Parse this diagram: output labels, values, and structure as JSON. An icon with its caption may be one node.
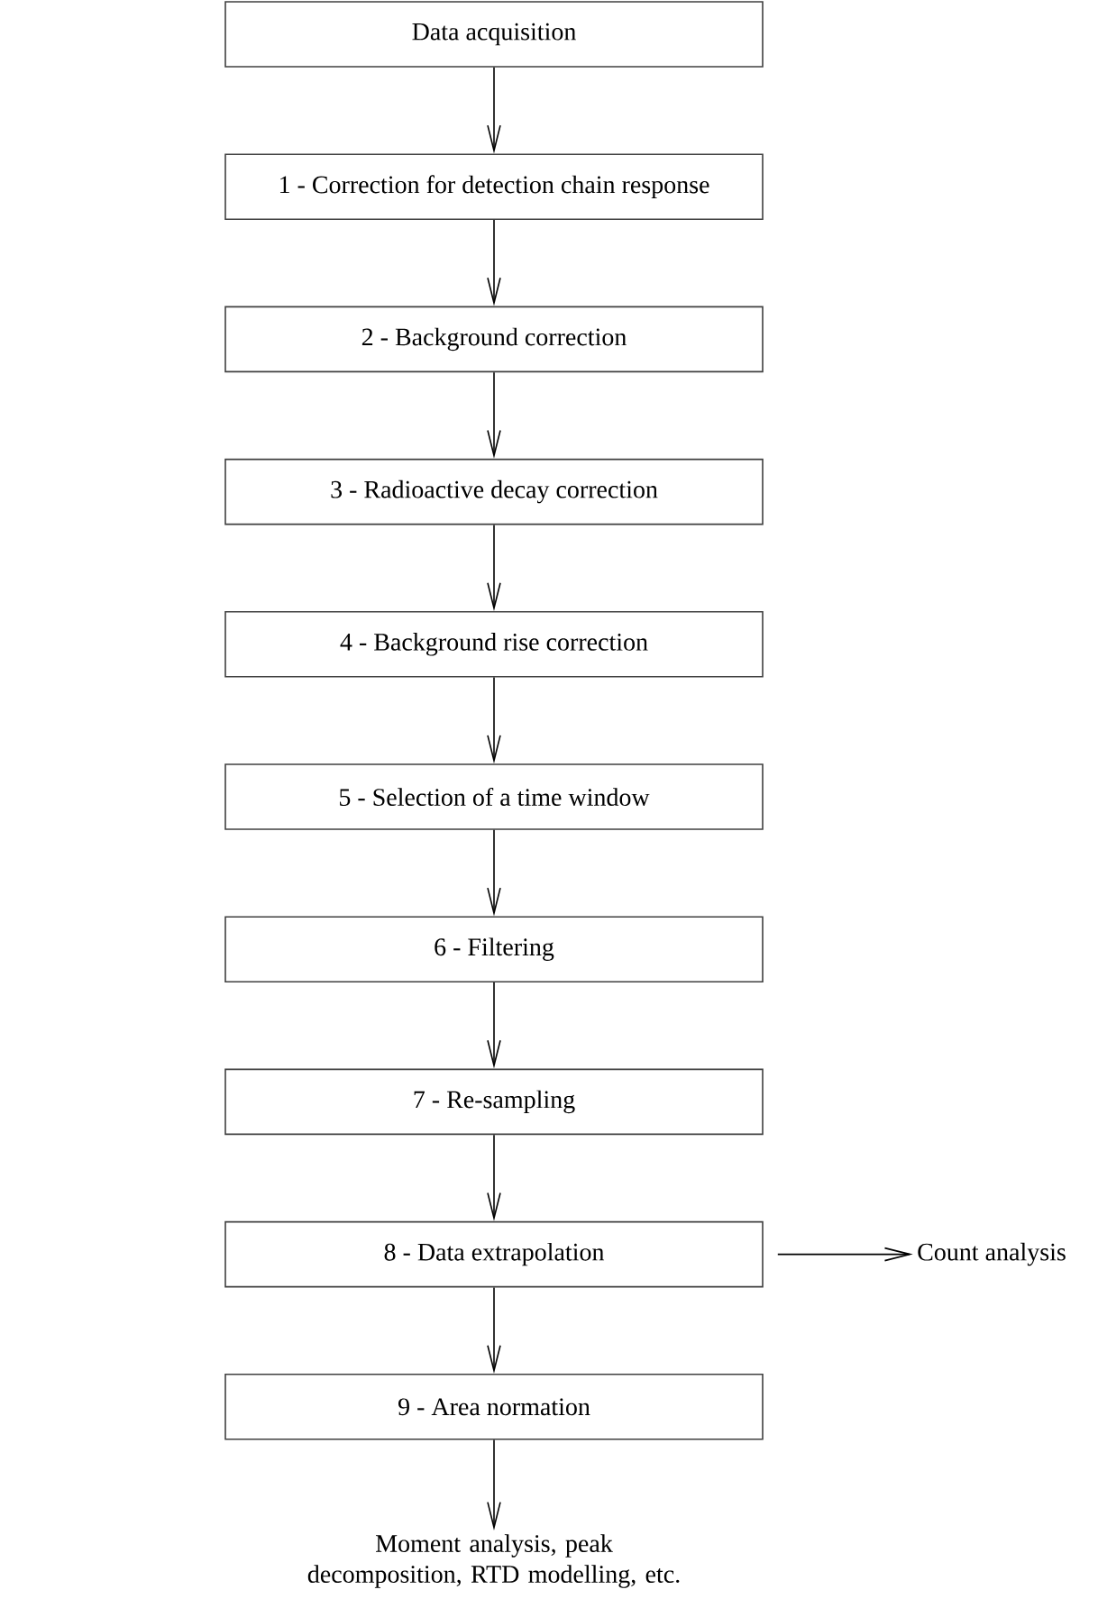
{
  "diagram": {
    "nodes": [
      {
        "text": [
          "Data acquisition"
        ]
      },
      {
        "text": [
          "1 - Correction for detection chain response"
        ]
      },
      {
        "text": [
          "2 - Background correction"
        ]
      },
      {
        "text": [
          "3 - Radioactive decay correction"
        ]
      },
      {
        "text": [
          "4 - Background rise correction"
        ]
      },
      {
        "text": [
          "5 - Selection of a time window"
        ]
      },
      {
        "text": [
          "6 - Filtering"
        ]
      },
      {
        "text": [
          "7 - Re-sampling"
        ]
      },
      {
        "text": [
          "8 - Data extrapolation"
        ]
      },
      {
        "text": [
          "9 - Area normation"
        ]
      },
      {
        "text": [
          "Count analysis"
        ]
      },
      {
        "text": [
          "Moment analysis, peak decomposition, RTD modelling, etc."
        ]
      }
    ],
    "edges": [
      {
        "from": 0,
        "to": 1,
        "arrow": "to"
      },
      {
        "from": 1,
        "to": 2,
        "arrow": "to"
      },
      {
        "from": 2,
        "to": 3,
        "arrow": "to"
      },
      {
        "from": 3,
        "to": 4,
        "arrow": "to"
      },
      {
        "from": 4,
        "to": 5,
        "arrow": "to"
      },
      {
        "from": 5,
        "to": 6,
        "arrow": "to"
      },
      {
        "from": 6,
        "to": 7,
        "arrow": "to"
      },
      {
        "from": 7,
        "to": 8,
        "arrow": "to"
      },
      {
        "from": 8,
        "to": 10,
        "arrow": "to"
      },
      {
        "from": 8,
        "to": 9,
        "arrow": "to"
      },
      {
        "from": 9,
        "to": 11,
        "arrow": "to"
      }
    ]
  }
}
